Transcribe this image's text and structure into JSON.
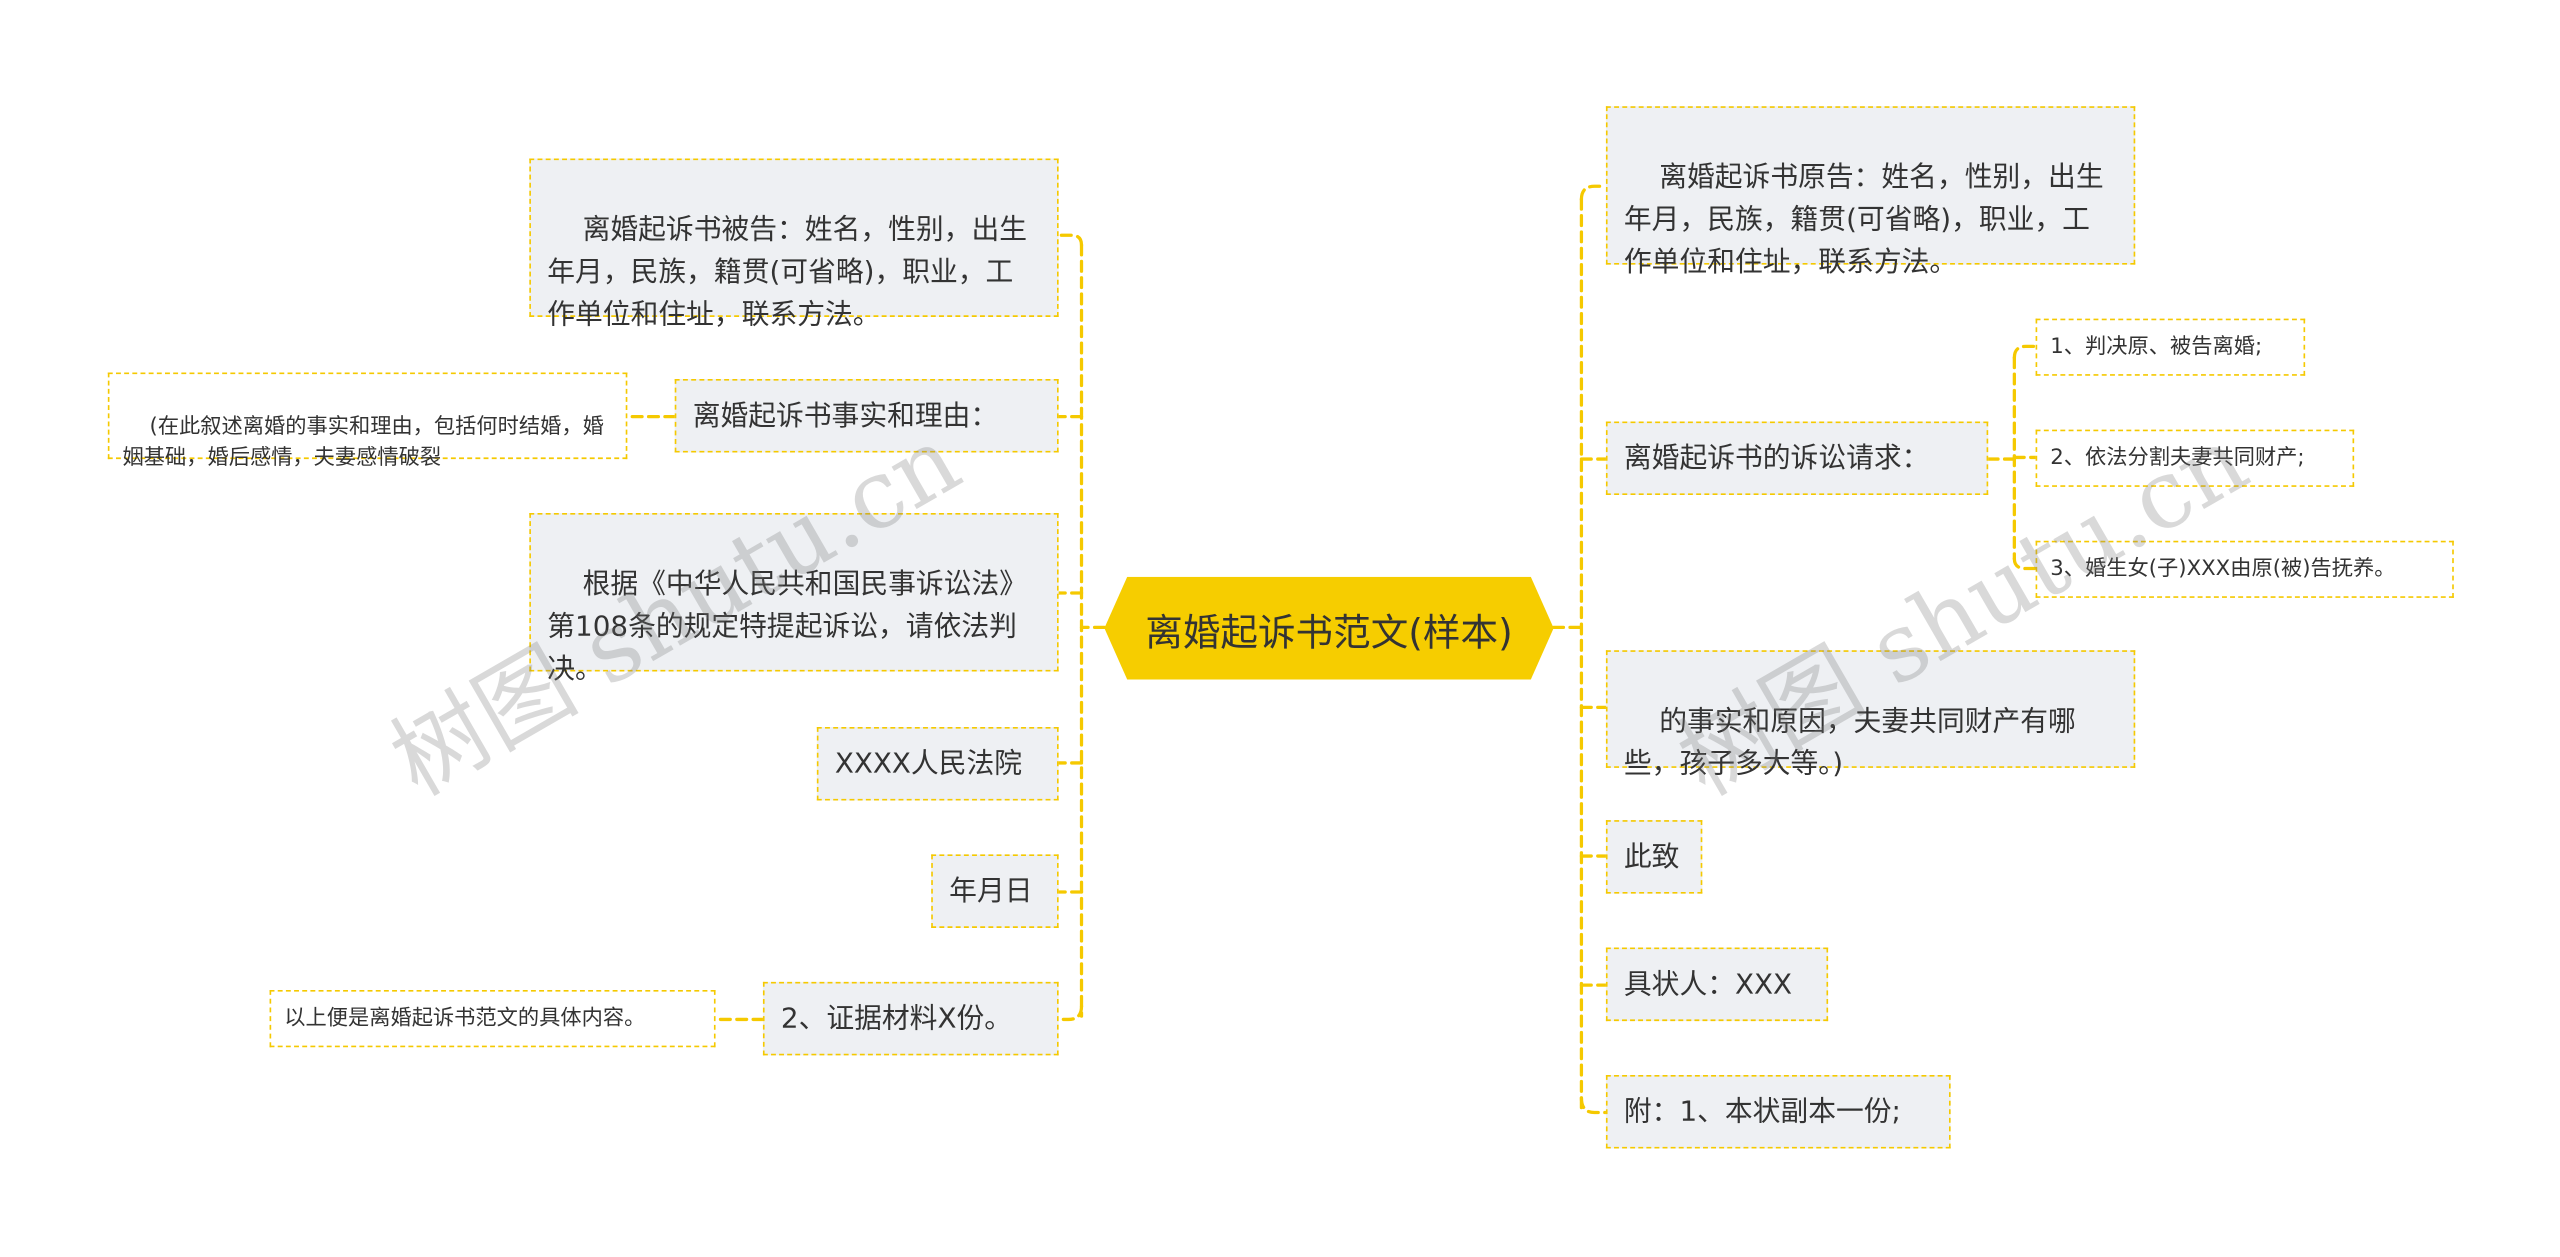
{
  "root": {
    "label": "离婚起诉书范文(样本)"
  },
  "left": {
    "defendant": "离婚起诉书被告：姓名，性别，出生年月，民族，籍贯(可省略)，职业，工作单位和住址，联系方法。",
    "facts_title": "离婚起诉书事实和理由：",
    "facts_note": "(在此叙述离婚的事实和理由，包括何时结婚，婚姻基础，婚后感情，夫妻感情破裂",
    "legal_basis": "根据《中华人民共和国民事诉讼法》第108条的规定特提起诉讼，请依法判决。",
    "court": "XXXX人民法院",
    "date": "年月日",
    "evidence": "2、证据材料X份。",
    "evidence_note": "以上便是离婚起诉书范文的具体内容。"
  },
  "right": {
    "plaintiff": "离婚起诉书原告：姓名，性别，出生年月，民族，籍贯(可省略)，职业，工作单位和住址，联系方法。",
    "claims_title": "离婚起诉书的诉讼请求：",
    "claims": [
      "1、判决原、被告离婚;",
      "2、依法分割夫妻共同财产;",
      "3、婚生女(子)XXX由原(被)告抚养。"
    ],
    "facts_cont": "的事实和原因，夫妻共同财产有哪些，孩子多大等。)",
    "salutation": "此致",
    "petitioner": "具状人：XXX",
    "attachment": "附：1、本状副本一份;"
  },
  "watermarks": [
    "树图 shutu.cn",
    "树图 shutu.cn"
  ],
  "colors": {
    "accent": "#f6cd00",
    "connector": "#f5c900",
    "node_fill": "#eef0f3",
    "text": "#333333"
  }
}
